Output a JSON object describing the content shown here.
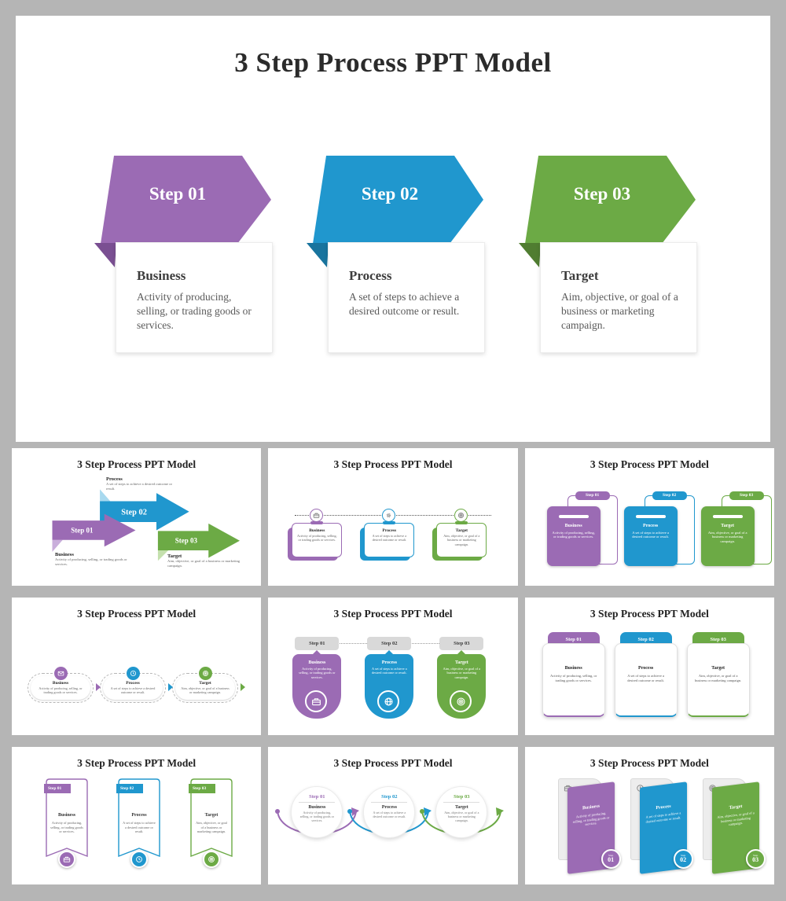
{
  "slide_title": "3 Step Process PPT Model",
  "badge_step_word": "Step",
  "colors": {
    "page_background": "#b5b5b5",
    "slide_background": "#ffffff",
    "purple": "#9b6bb4",
    "purple_dark": "#7a4f92",
    "purple_light": "#c9aedb",
    "blue": "#2097ce",
    "blue_dark": "#19749e",
    "blue_light": "#a8d9ef",
    "green": "#6caa45",
    "green_dark": "#507d31",
    "green_light": "#c4e0ad",
    "step_header_gray": "#d9d9d9"
  },
  "steps": [
    {
      "label": "Step 01",
      "num": "01",
      "name": "Business",
      "desc": "Activity of producing, selling, or trading goods or services.",
      "icon": "briefcase-icon",
      "color": "#9b6bb4",
      "dark": "#7a4f92",
      "light": "#c9aedb"
    },
    {
      "label": "Step 02",
      "num": "02",
      "name": "Process",
      "desc": "A set of steps to achieve a desired outcome or result.",
      "icon": "globe-icon",
      "color": "#2097ce",
      "dark": "#19749e",
      "light": "#a8d9ef"
    },
    {
      "label": "Step 03",
      "num": "03",
      "name": "Target",
      "desc": "Aim, objective, or goal of a business or marketing campaign.",
      "icon": "target-icon",
      "color": "#6caa45",
      "dark": "#507d31",
      "light": "#c4e0ad"
    }
  ]
}
